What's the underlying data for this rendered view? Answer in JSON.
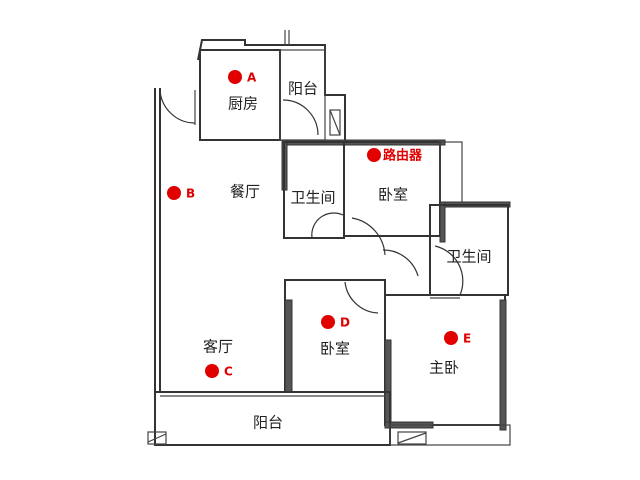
{
  "rooms": {
    "kitchen": "厨房",
    "balcony_top": "阳台",
    "dining": "餐厅",
    "bathroom_1": "卫生间",
    "bedroom_1": "卧室",
    "bathroom_2": "卫生间",
    "bedroom_2": "卧室",
    "living": "客厅",
    "master_bedroom": "主卧",
    "balcony_bottom": "阳台"
  },
  "markers": {
    "a": "A",
    "b": "B",
    "c": "C",
    "d": "D",
    "e": "E",
    "router": "路由器"
  },
  "colors": {
    "marker": "#e00000",
    "wall": "#333333"
  }
}
